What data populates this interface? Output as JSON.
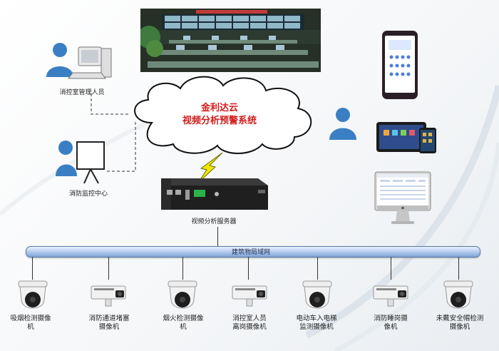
{
  "cloud": {
    "line1": "金利达云",
    "line2": "视频分析预警系统"
  },
  "nodes": {
    "control_room_staff": "消控室管理人员",
    "monitor_center": "消防监控中心",
    "server": "视频分析服务器"
  },
  "network": {
    "label": "建筑物局域网"
  },
  "cameras": [
    {
      "label": "吸烟检测摄像机"
    },
    {
      "label": "消防通道堵塞摄像机"
    },
    {
      "label": "烟火检测摄像机"
    },
    {
      "label": "消控室人员离岗摄像机"
    },
    {
      "label": "电动车入电梯监测摄像机"
    },
    {
      "label": "消防睡岗摄像机"
    },
    {
      "label": "未戴安全帽检测摄像机"
    }
  ],
  "colors": {
    "cloud_text": "#d11b1b",
    "bus": "#7ea3d6",
    "person": "#2f6fb3",
    "lightning": "#f2e600"
  },
  "icons": [
    "person-icon",
    "desktop-computer-icon",
    "projector-screen-icon",
    "server-box-icon",
    "smartphone-icon",
    "tablet-icon",
    "monitor-icon",
    "dome-camera-icon",
    "bullet-camera-icon",
    "lightning-icon"
  ]
}
